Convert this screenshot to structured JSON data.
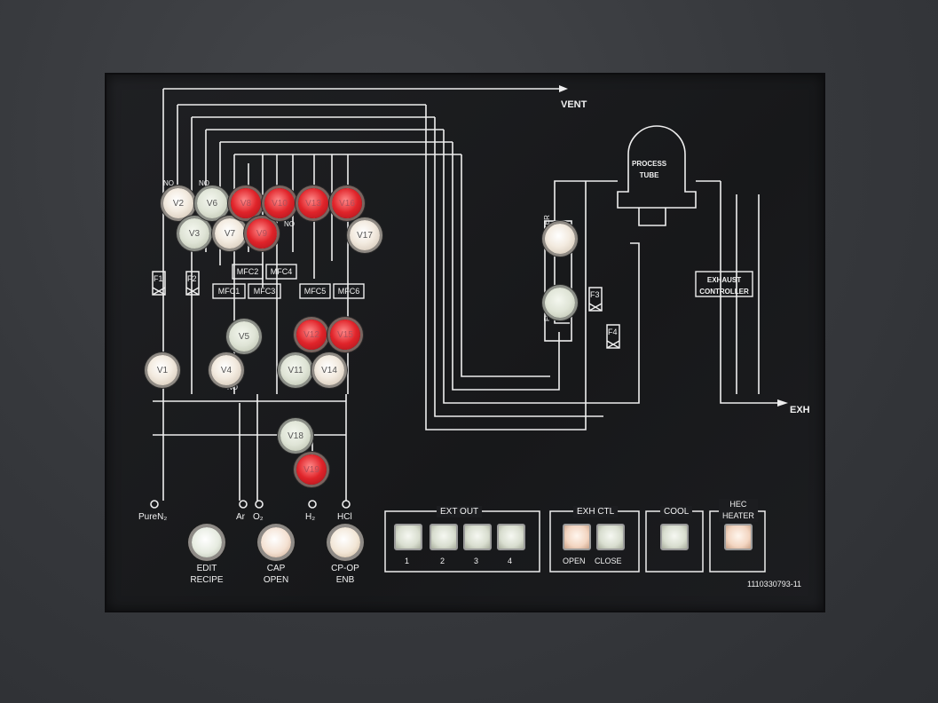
{
  "outputs": {
    "vent": "VENT",
    "exh": "EXH"
  },
  "process_tube": {
    "line1": "PROCESS",
    "line2": "TUBE"
  },
  "heater_label": "HEATER",
  "flame_label": "FLAME",
  "exhaust_controller": {
    "line1": "EXHAUST",
    "line2": "CONTROLLER"
  },
  "valves": [
    {
      "id": "V1",
      "color": "cream"
    },
    {
      "id": "V2",
      "color": "cream"
    },
    {
      "id": "V3",
      "color": "green"
    },
    {
      "id": "V4",
      "color": "cream"
    },
    {
      "id": "V5",
      "color": "green"
    },
    {
      "id": "V6",
      "color": "green"
    },
    {
      "id": "V7",
      "color": "cream"
    },
    {
      "id": "V8",
      "color": "red"
    },
    {
      "id": "V9",
      "color": "red"
    },
    {
      "id": "V10",
      "color": "red"
    },
    {
      "id": "V11",
      "color": "green"
    },
    {
      "id": "V12",
      "color": "red"
    },
    {
      "id": "V13",
      "color": "red"
    },
    {
      "id": "V14",
      "color": "cream"
    },
    {
      "id": "V15",
      "color": "red"
    },
    {
      "id": "V16",
      "color": "red"
    },
    {
      "id": "V17",
      "color": "cream"
    },
    {
      "id": "V18",
      "color": "green"
    },
    {
      "id": "V19",
      "color": "red"
    }
  ],
  "no_labels": [
    "NO",
    "NO",
    "NO",
    "NO"
  ],
  "filters": [
    "F1",
    "F2",
    "F3",
    "F4"
  ],
  "mfcs": [
    "MFC1",
    "MFC2",
    "MFC3",
    "MFC4",
    "MFC5",
    "MFC6"
  ],
  "gases": [
    "PureN₂",
    "Ar",
    "O₂",
    "H₂",
    "HCl"
  ],
  "buttons": {
    "edit_recipe": {
      "line1": "EDIT",
      "line2": "RECIPE"
    },
    "cap_open": {
      "line1": "CAP",
      "line2": "OPEN"
    },
    "cp_op_enb": {
      "line1": "CP-OP",
      "line2": "ENB"
    }
  },
  "ext_out": {
    "title": "EXT OUT",
    "keys": [
      "1",
      "2",
      "3",
      "4"
    ]
  },
  "exh_ctl": {
    "title": "EXH CTL",
    "open": "OPEN",
    "close": "CLOSE"
  },
  "cool": {
    "title": "COOL"
  },
  "hec_heater": {
    "line1": "HEC",
    "line2": "HEATER"
  },
  "part_number": "1110330793-11",
  "colors": {
    "panel": "#1c1d20",
    "line": "#f0f0f0",
    "red_lamp": "#e0242a",
    "cream_lamp": "#f3ebe0",
    "green_lamp": "#dfe4d6"
  }
}
